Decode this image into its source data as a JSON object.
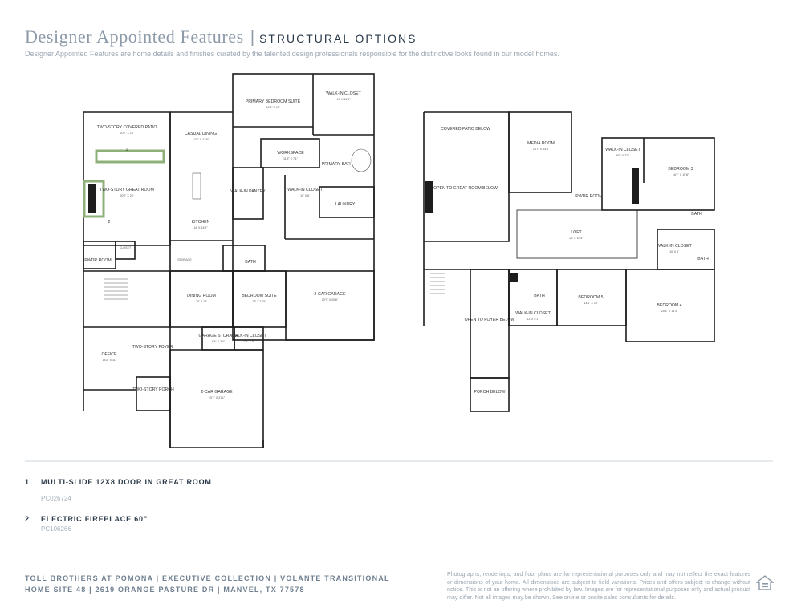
{
  "header": {
    "title": "Designer Appointed Features",
    "separator": "|",
    "section": "STRUCTURAL OPTIONS",
    "subtitle": "Designer Appointed Features are home details and finishes curated by the talented design professionals responsible for the distinctive looks found in our model homes."
  },
  "first_floor": {
    "rooms": {
      "patio": "TWO-STORY COVERED PATIO",
      "patio_dim": "20'7\" X 10'",
      "great": "TWO-STORY GREAT ROOM",
      "great_dim": "20'2\" X 20'",
      "casual": "CASUAL DINING",
      "casual_dim": "14'3\" X 13'6\"",
      "kitchen": "KITCHEN",
      "kitchen_dim": "18' X 14'9\"",
      "primary": "PRIMARY BEDROOM SUITE",
      "primary_dim": "19'3\" X 13'",
      "walkin": "WALK-IN CLOSET",
      "walkin_dim": "14' X 11'3\"",
      "workspace": "WORKSPACE",
      "workspace_dim": "11'5\" X 7'1\"",
      "pbath": "PRIMARY BATH",
      "pantry": "WALK-IN PANTRY",
      "walkin2": "WALK-IN CLOSET",
      "walkin2_dim": "10' X 6'",
      "laundry": "LAUNDRY",
      "pwdr": "PWDR ROOM",
      "closet": "CLOSET",
      "storage": "STORAGE",
      "bath": "BATH",
      "dining": "DINING ROOM",
      "dining_dim": "15' X 13'",
      "bedsuite": "BEDROOM SUITE",
      "bedsuite_dim": "13' X 12'5\"",
      "garage2": "2-CAR GARAGE",
      "garage2_dim": "20'7\" X 20'6\"",
      "gstorage": "GARAGE STORAGE",
      "gstorage_dim": "8'4\" X 3'4\"",
      "walkin3": "WALK-IN CLOSET",
      "walkin3_dim": "7'1\" X 5'",
      "office": "OFFICE",
      "office_dim": "14'2\" X 11'",
      "foyer": "TWO-STORY FOYER",
      "porch": "TWO-STORY PORCH",
      "garage3": "2-CAR GARAGE",
      "garage3_dim": "23'1\" X 21'1\""
    },
    "markers": {
      "m1": "1",
      "m2": "2"
    }
  },
  "second_floor": {
    "rooms": {
      "patio_below": "COVERED PATIO BELOW",
      "media": "MEDIA ROOM",
      "media_dim": "15'7\" X 14'3\"",
      "walkin": "WALK-IN CLOSET",
      "walkin_dim": "9'9\" X 7'1\"",
      "bed3": "BEDROOM 3",
      "bed3_dim": "16'1\" X 15'8\"",
      "open_great": "OPEN TO GREAT ROOM BELOW",
      "pwdr": "PWDR ROOM",
      "loft": "LOFT",
      "loft_dim": "22' X 15'4\"",
      "bath": "BATH",
      "walkin2": "WALK-IN CLOSET",
      "walkin2_dim": "10' X 6'",
      "bath2": "BATH",
      "bath3": "BATH",
      "walkin3": "WALK-IN CLOSET",
      "walkin3_dim": "11' X 5'1\"",
      "bed5": "BEDROOM 5",
      "bed5_dim": "14'1\" X 13'",
      "bed4": "BEDROOM 4",
      "bed4_dim": "20'6\" X 16'3\"",
      "open_foyer": "OPEN TO FOYER BELOW",
      "porch_below": "PORCH BELOW"
    }
  },
  "options": [
    {
      "number": "1",
      "label": "MULTI-SLIDE 12X8 DOOR IN GREAT ROOM",
      "code": "PC026724"
    },
    {
      "number": "2",
      "label": "ELECTRIC FIREPLACE 60\"",
      "code": "PC106266"
    }
  ],
  "footer": {
    "line1": "TOLL BROTHERS AT POMONA  |  EXECUTIVE COLLECTION  |  VOLANTE TRANSITIONAL",
    "line2": "HOME SITE 48  |  2619 ORANGE PASTURE DR  |  MANVEL, TX 77578",
    "disclaimer": "Photographs, renderings, and floor plans are for representational purposes only and may not reflect the exact features or dimensions of your home. All dimensions are subject to field variations. Prices and offers subject to change without notice. This is not an offering where prohibited by law. Images are for representational purposes only and actual product may differ. Not all images may be shown. See online or onsite sales consultants for details."
  },
  "colors": {
    "accent": "#8fb07a",
    "ink": "#1d1d1d",
    "title": "#8d9aa8"
  },
  "icons": {
    "equal_housing": "equal-housing-icon"
  }
}
